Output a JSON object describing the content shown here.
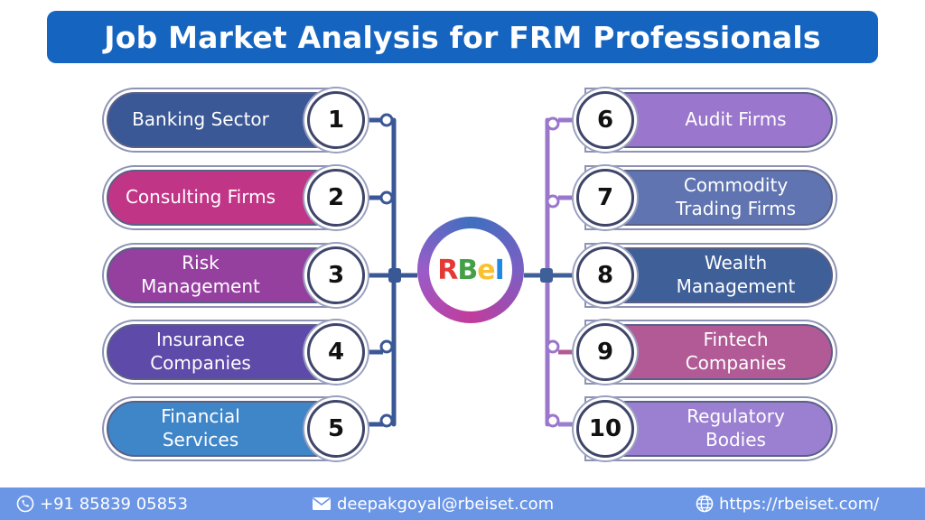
{
  "title": "Job Market Analysis for FRM Professionals",
  "hub": {
    "logo_r": "R",
    "logo_b": "B",
    "logo_e": "e",
    "logo_i": "I"
  },
  "left_items": [
    {
      "number": "1",
      "lines": [
        "Banking Sector"
      ],
      "color": "#3a5796"
    },
    {
      "number": "2",
      "lines": [
        "Consulting Firms"
      ],
      "color": "#c13587"
    },
    {
      "number": "3",
      "lines": [
        "Risk",
        "Management"
      ],
      "color": "#953f9f"
    },
    {
      "number": "4",
      "lines": [
        "Insurance",
        "Companies"
      ],
      "color": "#5e4aa8"
    },
    {
      "number": "5",
      "lines": [
        "Financial",
        "Services"
      ],
      "color": "#3f86c9"
    }
  ],
  "right_items": [
    {
      "number": "6",
      "lines": [
        "Audit Firms"
      ],
      "color": "#9a76cc"
    },
    {
      "number": "7",
      "lines": [
        "Commodity",
        "Trading Firms"
      ],
      "color": "#5f74b0"
    },
    {
      "number": "8",
      "lines": [
        "Wealth",
        "Management"
      ],
      "color": "#3f5f98"
    },
    {
      "number": "9",
      "lines": [
        "Fintech",
        "Companies"
      ],
      "color": "#b15a96"
    },
    {
      "number": "10",
      "lines": [
        "Regulatory",
        "Bodies"
      ],
      "color": "#9b7fd1"
    }
  ],
  "footer": {
    "phone": "+91 85839 05853",
    "email": "deepakgoyal@rbeiset.com",
    "website": "https://rbeiset.com/"
  },
  "colors": {
    "title_bg": "#1565c0",
    "footer_bg": "#6b96e6",
    "left_line": "#3a5796",
    "right_line": "#9a76cc"
  }
}
